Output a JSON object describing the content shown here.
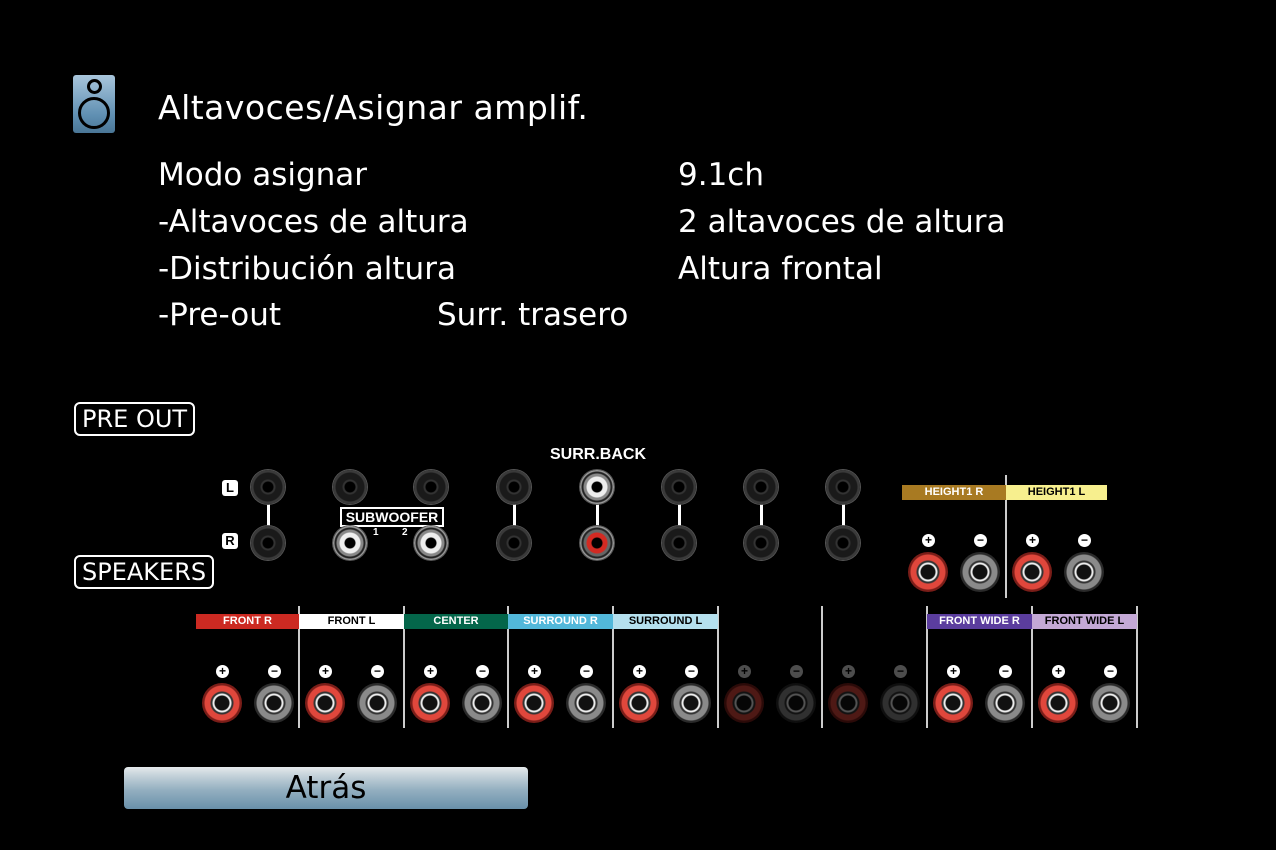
{
  "header": {
    "title": "Altavoces/Asignar amplif.",
    "icon": "speaker-icon"
  },
  "settings": [
    {
      "label": "Modo asignar",
      "value": "9.1ch"
    },
    {
      "label": "-Altavoces de altura",
      "value": "2 altavoces de altura"
    },
    {
      "label": "-Distribución altura",
      "value": "Altura frontal"
    },
    {
      "label": "-Pre-out",
      "value": "Surr. trasero"
    }
  ],
  "diagram": {
    "pre_out_label": "PRE OUT",
    "speakers_label": "SPEAKERS",
    "left_marker": "L",
    "right_marker": "R",
    "surr_back_label": "SURR.BACK",
    "subwoofer_label": "SUBWOOFER",
    "subwoofer_numbers": [
      "1",
      "2"
    ],
    "pre_out_columns": [
      {
        "top": "black",
        "bottom": "black",
        "linked": true
      },
      {
        "top": "black",
        "bottom": "white",
        "linked": false
      },
      {
        "top": "black",
        "bottom": "white",
        "linked": false
      },
      {
        "top": "black",
        "bottom": "black",
        "linked": true
      },
      {
        "top": "white",
        "bottom": "red",
        "linked": true
      },
      {
        "top": "black",
        "bottom": "black",
        "linked": true
      },
      {
        "top": "black",
        "bottom": "black",
        "linked": true
      },
      {
        "top": "black",
        "bottom": "black",
        "linked": true
      }
    ],
    "height_terminals": [
      {
        "label": "HEIGHT1",
        "side": "R",
        "color": "#a87a22",
        "text_color": "#ffffff",
        "active": true
      },
      {
        "label": "HEIGHT1",
        "side": "L",
        "color": "#f7ef8e",
        "text_color": "#000000",
        "active": true
      }
    ],
    "speaker_terminals": [
      {
        "label": "FRONT",
        "side": "R",
        "color": "#cc2a22",
        "text_color": "#ffffff",
        "active": true
      },
      {
        "label": "FRONT",
        "side": "L",
        "color": "#ffffff",
        "text_color": "#000000",
        "active": true
      },
      {
        "label": "CENTER",
        "side": "",
        "color": "#04664a",
        "text_color": "#ffffff",
        "active": true
      },
      {
        "label": "SURROUND",
        "side": "R",
        "color": "#52b8da",
        "text_color": "#ffffff",
        "active": true
      },
      {
        "label": "SURROUND",
        "side": "L",
        "color": "#b5e0ee",
        "text_color": "#000000",
        "active": true
      },
      {
        "label": "",
        "side": "",
        "color": "",
        "text_color": "",
        "active": false
      },
      {
        "label": "",
        "side": "",
        "color": "",
        "text_color": "",
        "active": false
      },
      {
        "label": "FRONT WIDE",
        "side": "R",
        "color": "#5b3d9e",
        "text_color": "#ffffff",
        "active": true
      },
      {
        "label": "FRONT WIDE",
        "side": "L",
        "color": "#c4a9d6",
        "text_color": "#000000",
        "active": true
      }
    ],
    "plus": "+",
    "minus": "−"
  },
  "footer": {
    "back_label": "Atrás"
  }
}
